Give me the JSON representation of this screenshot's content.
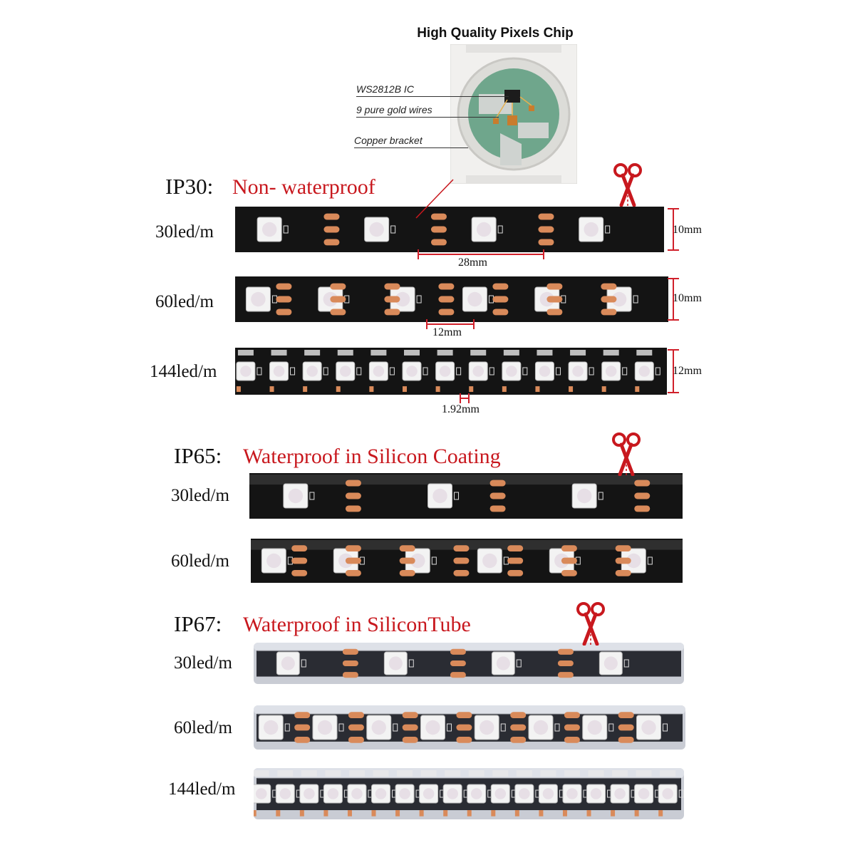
{
  "chip": {
    "title": "High Quality Pixels Chip",
    "callouts": [
      "WS2812B IC",
      "9 pure gold wires",
      "Copper bracket"
    ]
  },
  "sections": [
    {
      "code": "IP30:",
      "description": "Non- waterproof",
      "strips": [
        {
          "density": "30led/m",
          "width_label": "10mm",
          "pitch_label": "28mm"
        },
        {
          "density": "60led/m",
          "width_label": "10mm",
          "pitch_label": "12mm"
        },
        {
          "density": "144led/m",
          "width_label": "12mm",
          "pitch_label": "1.92mm"
        }
      ]
    },
    {
      "code": "IP65:",
      "description": "Waterproof in Silicon Coating",
      "strips": [
        {
          "density": "30led/m"
        },
        {
          "density": "60led/m"
        }
      ]
    },
    {
      "code": "IP67:",
      "description": "Waterproof in SiliconTube",
      "strips": [
        {
          "density": "30led/m"
        },
        {
          "density": "60led/m"
        },
        {
          "density": "144led/m"
        }
      ]
    }
  ],
  "colors": {
    "accent_red": "#c8181e",
    "strip_black": "#141414",
    "copper_pad": "#d98a5a",
    "tube_grey": "#c9ccd4"
  },
  "icons": [
    "scissors-icon",
    "led-chip-icon"
  ]
}
